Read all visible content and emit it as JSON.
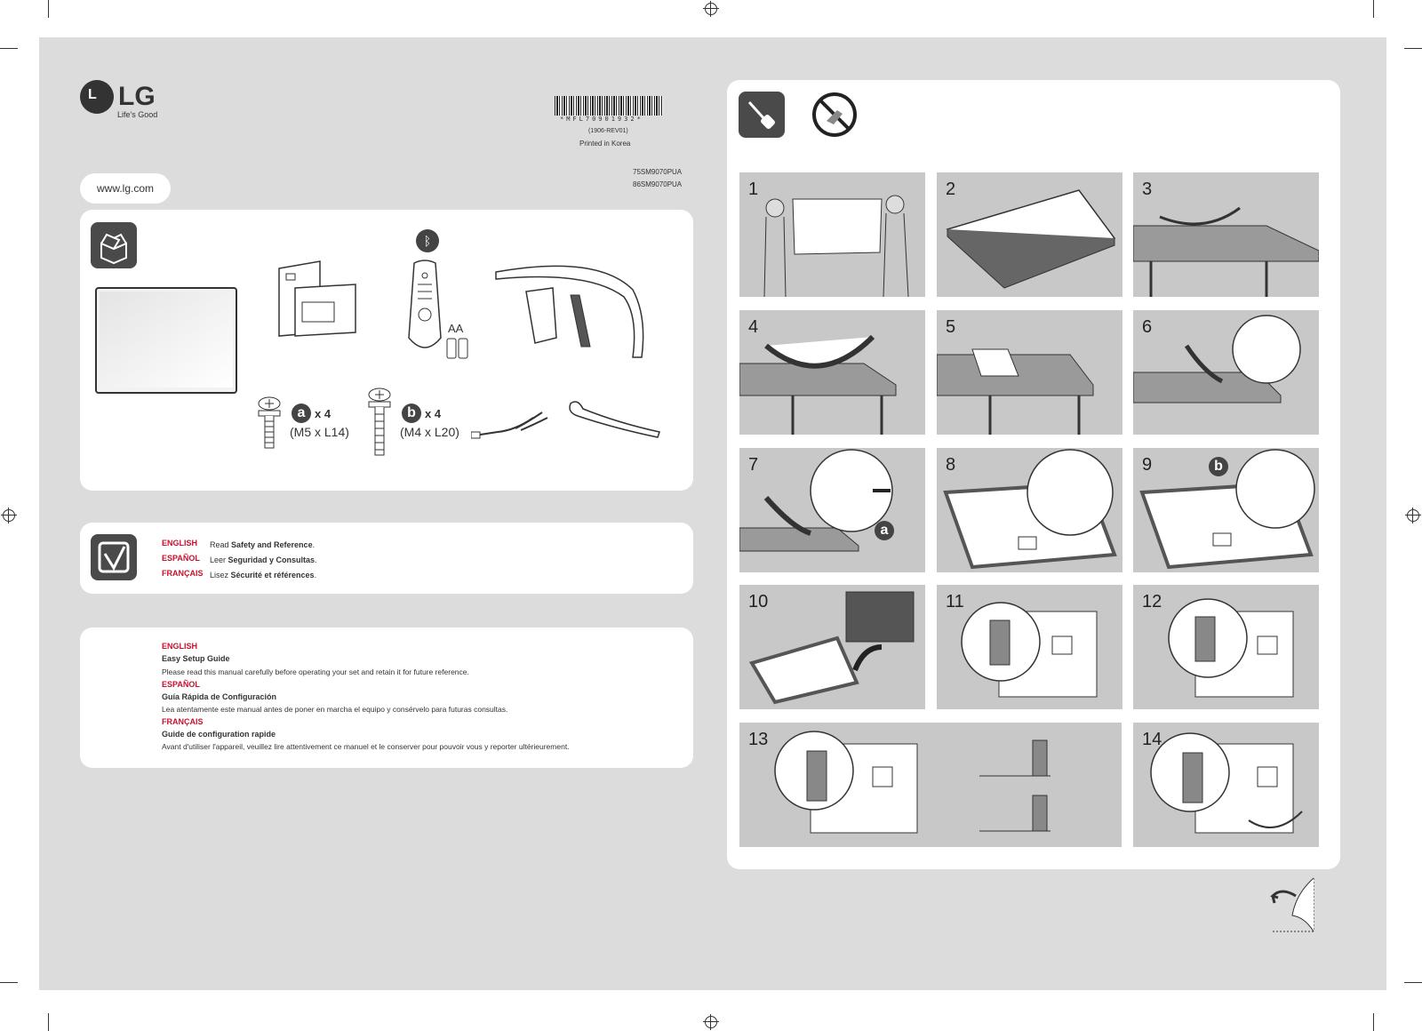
{
  "brand": {
    "logo_text": "LG",
    "tagline": "Life's Good",
    "website": "www.lg.com"
  },
  "barcode": {
    "code": "*MFL70901932*",
    "revision": "(1906-REV01)",
    "printed": "Printed in Korea"
  },
  "models": [
    "75SM9070PUA",
    "86SM9070PUA"
  ],
  "components": {
    "battery_label": "AA",
    "screw_a": {
      "letter": "a",
      "qty": "x 4",
      "spec": "(M5 x L14)"
    },
    "screw_b": {
      "letter": "b",
      "qty": "x 4",
      "spec": "(M4 x L20)"
    }
  },
  "safety": [
    {
      "lang": "ENGLISH",
      "prefix": "Read ",
      "bold": "Safety and Reference",
      "suffix": "."
    },
    {
      "lang": "ESPAÑOL",
      "prefix": "Leer ",
      "bold": "Seguridad y Consultas",
      "suffix": "."
    },
    {
      "lang": "FRANÇAIS",
      "prefix": "Lisez ",
      "bold": "Sécurité et références",
      "suffix": "."
    }
  ],
  "guides": [
    {
      "lang": "ENGLISH",
      "title": "Easy Setup Guide",
      "body": "Please read this manual carefully before operating your set and retain it for future reference."
    },
    {
      "lang": "ESPAÑOL",
      "title": "Guía Rápida de Configuración",
      "body": "Lea atentamente este manual antes de poner en marcha el equipo y consérvelo para futuras consultas."
    },
    {
      "lang": "FRANÇAIS",
      "title": "Guide de configuration rapide",
      "body": "Avant d'utiliser l'appareil, veuillez lire attentivement ce manuel et le conserver pour pouvoir vous y reporter ultérieurement."
    }
  ],
  "steps": [
    "1",
    "2",
    "3",
    "4",
    "5",
    "6",
    "7",
    "8",
    "9",
    "10",
    "11",
    "12",
    "13",
    "14"
  ],
  "step_badges": {
    "step7": "a",
    "step9": "b"
  }
}
